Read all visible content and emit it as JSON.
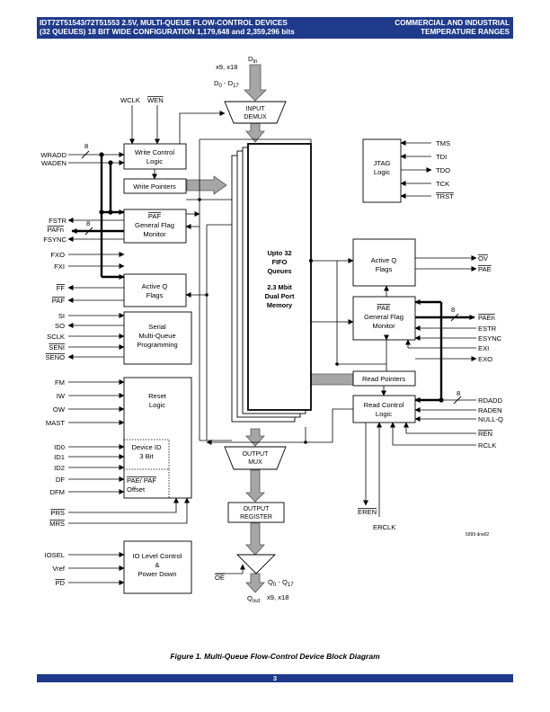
{
  "header": {
    "left_line1": "IDT72T51543/72T51553 2.5V, MULTI-QUEUE FLOW-CONTROL DEVICES",
    "left_line2": "(32 QUEUES) 18 BIT WIDE CONFIGURATION 1,179,648 and 2,359,296 bits",
    "right_line1": "COMMERCIAL AND INDUSTRIAL",
    "right_line2": "TEMPERATURE RANGES"
  },
  "diagram": {
    "din_label": "D",
    "din_sub": "In",
    "din_width": "x9, x18",
    "din_bus": "D",
    "din_bus_sub0": "0",
    "din_bus_mid": " - D",
    "din_bus_sub17": "17",
    "input_demux": [
      "INPUT",
      "DEMUX"
    ],
    "wclk": "WCLK",
    "wen": "WEN",
    "write_control": [
      "Write Control",
      "Logic"
    ],
    "write_pointers": "Write Pointers",
    "paf_flag_monitor": [
      "PAF",
      "General Flag",
      "Monitor"
    ],
    "active_q_left": [
      "Active Q",
      "Flags"
    ],
    "serial_programming": [
      "Serial",
      "Multi-Queue",
      "Programming"
    ],
    "reset_logic": [
      "Reset",
      "Logic"
    ],
    "device_id": [
      "Device ID",
      "3 Bit"
    ],
    "pae_paf_offset": [
      "PAE/ PAF",
      "Offset"
    ],
    "io_level": [
      "IO Level Control",
      "&",
      "Power Down"
    ],
    "fifo_memory": [
      "Upto 32",
      "FIFO",
      "Queues",
      "",
      "2.3 Mbit",
      "Dual Port",
      "Memory"
    ],
    "output_mux": [
      "OUTPUT",
      "MUX"
    ],
    "output_register": [
      "OUTPUT",
      "REGISTER"
    ],
    "jtag": [
      "JTAG",
      "Logic"
    ],
    "jtag_signals": [
      "TMS",
      "TDI",
      "TDO",
      "TCK",
      "TRST"
    ],
    "active_q_right": [
      "Active Q",
      "Flags"
    ],
    "pae_flag_monitor": [
      "PAE",
      "General Flag",
      "Monitor"
    ],
    "read_pointers": "Read Pointers",
    "read_control": [
      "Read Control",
      "Logic"
    ],
    "left_signals": {
      "wradd": "WRADD",
      "waden": "WADEN",
      "bus8": "8",
      "fstr": "FSTR",
      "pafn": "PAFn",
      "fsync": "FSYNC",
      "fxo": "FXO",
      "fxi": "FXI",
      "ff": "FF",
      "paf": "PAF",
      "si": "SI",
      "so": "SO",
      "sclk": "SCLK",
      "seni": "SENI",
      "seno": "SENO",
      "fm": "FM",
      "iw": "IW",
      "ow": "OW",
      "mast": "MAST",
      "id0": "ID0",
      "id1": "ID1",
      "id2": "ID2",
      "df": "DF",
      "dfm": "DFM",
      "prs": "PRS",
      "mrs": "MRS",
      "iosel": "IOSEL",
      "vref": "Vref",
      "pd": "PD"
    },
    "right_signals": {
      "ov": "OV",
      "pae": "PAE",
      "paen": "PAEn",
      "estr": "ESTR",
      "esync": "ESYNC",
      "exi": "EXI",
      "exo": "EXO",
      "rdadd": "RDADD",
      "raden": "RADEN",
      "nullq": "NULL-Q",
      "ren": "REN",
      "rclk": "RCLK",
      "eren": "EREN",
      "erclk": "ERCLK",
      "bus8": "8"
    },
    "oe": "OE",
    "qout_bus": "Q",
    "qout_bus_sub0": "0",
    "qout_bus_mid": " - Q",
    "qout_bus_sub17": "17",
    "qout_label": "Q",
    "qout_sub": "out",
    "qout_width": "x9, x18",
    "drawing_number": "5999 drw02"
  },
  "caption": "Figure 1.  Multi-Queue Flow-Control Device Block Diagram",
  "page_number": "3"
}
